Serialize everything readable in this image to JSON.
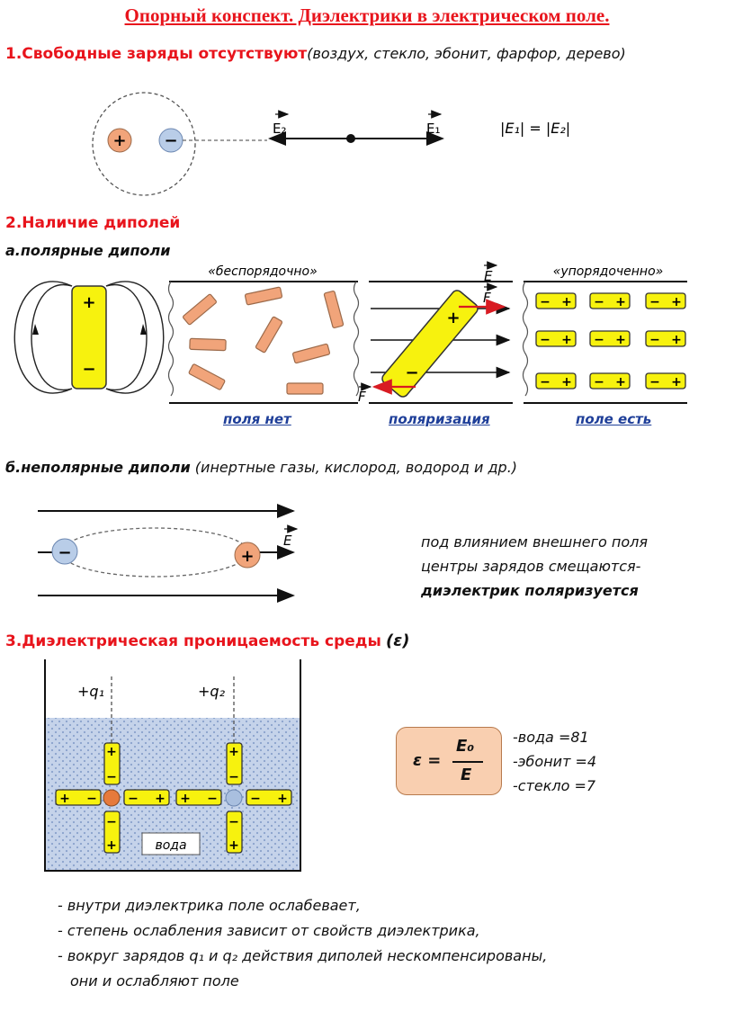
{
  "title": "Опорный конспект. Диэлектрики в электрическом поле.",
  "s1": {
    "heading": "1.Свободные заряды отсутствуют",
    "examples": "(воздух, стекло, эбонит, фарфор, дерево)",
    "e2": "E₂",
    "e1": "E₁",
    "equality": "|E₁| = |E₂|"
  },
  "s2": {
    "heading": "2.Наличие диполей",
    "sub_a": "а.полярные диполи",
    "chaotic": "«беспорядочно»",
    "ordered": "«упорядоченно»",
    "e_label": "E",
    "f_label": "F",
    "no_field": "поля нет",
    "polarization": "поляризация",
    "field_on": "поле есть",
    "sub_b": "б.неполярные диполи",
    "sub_b_examples": "(инертные газы, кислород, водород и др.)",
    "text1": "под влиянием внешнего поля",
    "text2": "центры зарядов смещаются-",
    "text3": "диэлектрик поляризуется"
  },
  "s3": {
    "heading": "3.Диэлектрическая проницаемость среды",
    "heading_sym": "(ε)",
    "q1": "+q₁",
    "q2": "+q₂",
    "water_tag": "вода",
    "formula_eps": "ε =",
    "formula_num": "E₀",
    "formula_den": "E",
    "values": [
      "-вода =81",
      "-эбонит =4",
      "-стекло =7"
    ],
    "notes": [
      "- внутри диэлектрика поле ослабевает,",
      "- степень ослабления зависит от свойств диэлектрика,",
      "- вокруг зарядов q₁ и q₂ действия диполей нескомпенсированы,",
      "они и ослабляют поле"
    ]
  },
  "symbols": {
    "plus": "+",
    "minus": "−"
  },
  "colors": {
    "heading_red": "#e8141c",
    "label_blue": "#1f3f99",
    "dipole_yellow": "#f7f20e",
    "positive_orange": "#f1a47a",
    "negative_blue": "#b9cde8",
    "water": "#c7d4ea"
  }
}
